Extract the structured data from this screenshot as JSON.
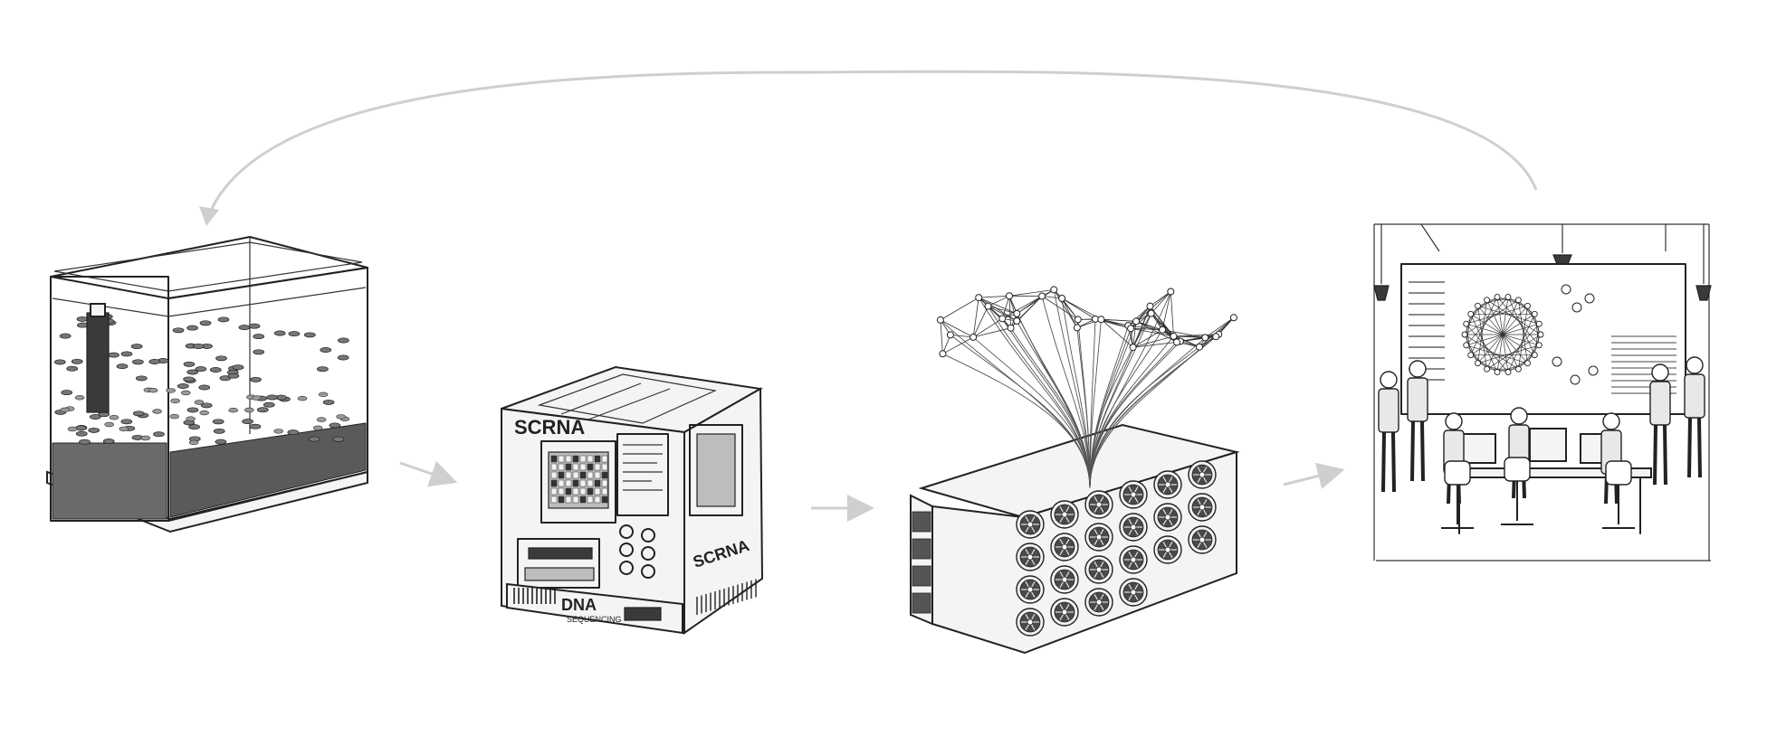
{
  "diagram": {
    "stages": [
      {
        "id": "aquarium",
        "icon": "fish-tank-icon"
      },
      {
        "id": "sequencer",
        "icon": "sequencing-machine-icon",
        "labels": {
          "top": "SCRNA",
          "side": "SCRNA",
          "front": "DNA",
          "front_sub": "SEQUENCING"
        }
      },
      {
        "id": "compute",
        "icon": "server-network-tree-icon"
      },
      {
        "id": "team",
        "icon": "research-team-icon"
      }
    ],
    "arrows": [
      {
        "from": "aquarium",
        "to": "sequencer"
      },
      {
        "from": "sequencer",
        "to": "compute"
      },
      {
        "from": "compute",
        "to": "team"
      },
      {
        "from": "team",
        "to": "aquarium",
        "kind": "feedback-loop"
      }
    ]
  },
  "colors": {
    "ink": "#222222",
    "arrow": "#cfcfcf",
    "background": "#ffffff"
  }
}
